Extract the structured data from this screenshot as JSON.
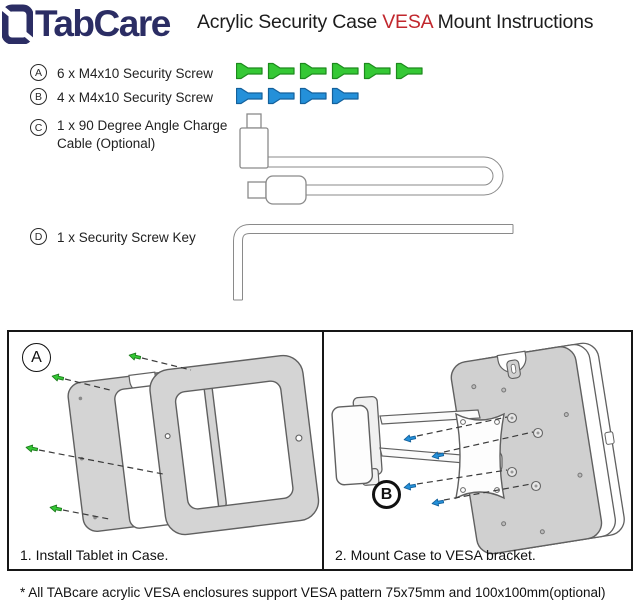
{
  "header": {
    "brand": "TabCare",
    "title": {
      "part1": "Acrylic Security Case ",
      "highlight": "VESA",
      "part2": " Mount Instructions"
    }
  },
  "parts_list": {
    "items": [
      {
        "letter": "A",
        "label": "6 x M4x10 Security Screw",
        "screw_count": 6,
        "screw_color": "#35c835"
      },
      {
        "letter": "B",
        "label": "4 x M4x10 Security Screw",
        "screw_count": 4,
        "screw_color": "#2490d9"
      },
      {
        "letter": "C",
        "label": "1 x 90 Degree Angle Charge Cable (Optional)",
        "screw_count": 0
      },
      {
        "letter": "D",
        "label": "1 x Security Screw Key",
        "screw_count": 0
      }
    ]
  },
  "diagrams": {
    "step_a": {
      "letter": "A",
      "caption": "1. Install Tablet in Case."
    },
    "step_b": {
      "letter": "B",
      "caption": "2. Mount Case to VESA bracket."
    }
  },
  "footnote": "* All TABcare acrylic VESA enclosures support VESA pattern 75x75mm and 100x100mm(optional)",
  "colors": {
    "brand_navy": "#2b2d64",
    "vesa_red": "#c1272d",
    "screw_green": "#35c835",
    "screw_blue": "#2490d9",
    "illustration_gray": "#d4d4d4"
  }
}
